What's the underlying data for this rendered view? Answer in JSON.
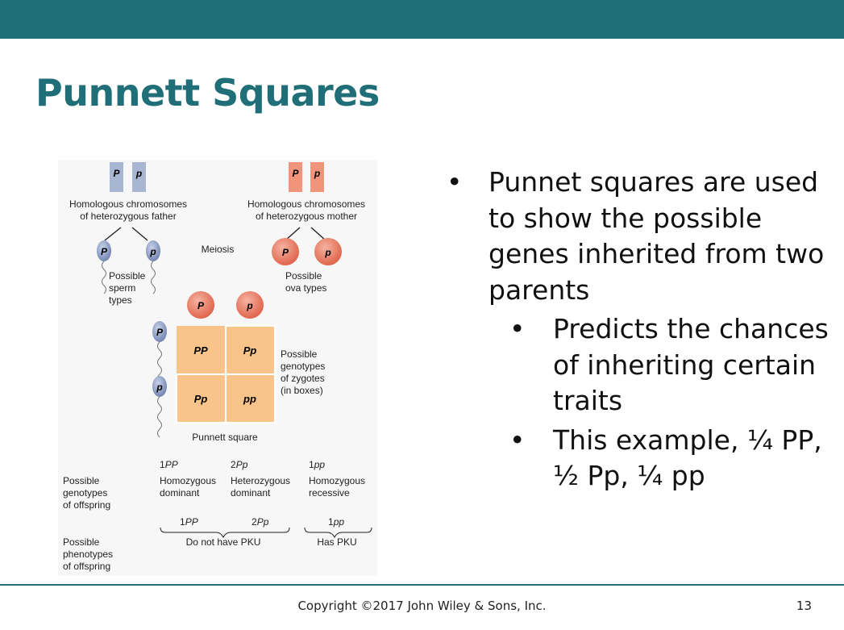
{
  "slide": {
    "title": "Punnett Squares",
    "copyright": "Copyright ©2017 John Wiley & Sons, Inc.",
    "page_number": "13"
  },
  "bullets": [
    {
      "text": "Punnet squares are used to show the possible genes inherited from two parents"
    },
    {
      "text": "Predicts the chances of inheriting certain traits"
    },
    {
      "text": "This example, ¼ PP, ½ Pp, ¼ pp"
    }
  ],
  "figure": {
    "father_alleles": [
      "P",
      "p"
    ],
    "father_label_1": "Homologous chromosomes",
    "father_label_2": "of heterozygous father",
    "mother_alleles": [
      "P",
      "p"
    ],
    "mother_label_1": "Homologous chromosomes",
    "mother_label_2": "of heterozygous mother",
    "meiosis": "Meiosis",
    "sperm_alleles": [
      "P",
      "p"
    ],
    "sperm_label": [
      "Possible",
      "sperm",
      "types"
    ],
    "ova_alleles": [
      "P",
      "p"
    ],
    "ova_label": [
      "Possible",
      "ova types"
    ],
    "grid_ova": [
      "P",
      "p"
    ],
    "grid_sperm": [
      "P",
      "p"
    ],
    "cells": [
      "PP",
      "Pp",
      "Pp",
      "pp"
    ],
    "zygote_label": [
      "Possible",
      "genotypes",
      "of zygotes",
      "(in boxes)"
    ],
    "punnett_label": "Punnett square",
    "genotypes_row_label": [
      "Possible",
      "genotypes",
      "of offspring"
    ],
    "genotype_cols": [
      {
        "count": "1",
        "geno": "PP",
        "line1": "Homozygous",
        "line2": "dominant"
      },
      {
        "count": "2",
        "geno": "Pp",
        "line1": "Heterozygous",
        "line2": "dominant"
      },
      {
        "count": "1",
        "geno": "pp",
        "line1": "Homozygous",
        "line2": "recessive"
      }
    ],
    "phenotypes_row_label": [
      "Possible",
      "phenotypes",
      "of offspring"
    ],
    "pheno_counts": [
      {
        "count": "1",
        "geno": "PP"
      },
      {
        "count": "2",
        "geno": "Pp"
      },
      {
        "count": "1",
        "geno": "pp"
      }
    ],
    "no_pku": "Do not have PKU",
    "has_pku": "Has PKU",
    "colors": {
      "father_chrom": "#a9b6d2",
      "mother_chrom": "#f0957c",
      "egg": "#ef7d66",
      "sperm": "#8e9fc4",
      "grid": "#f8c48a"
    }
  }
}
